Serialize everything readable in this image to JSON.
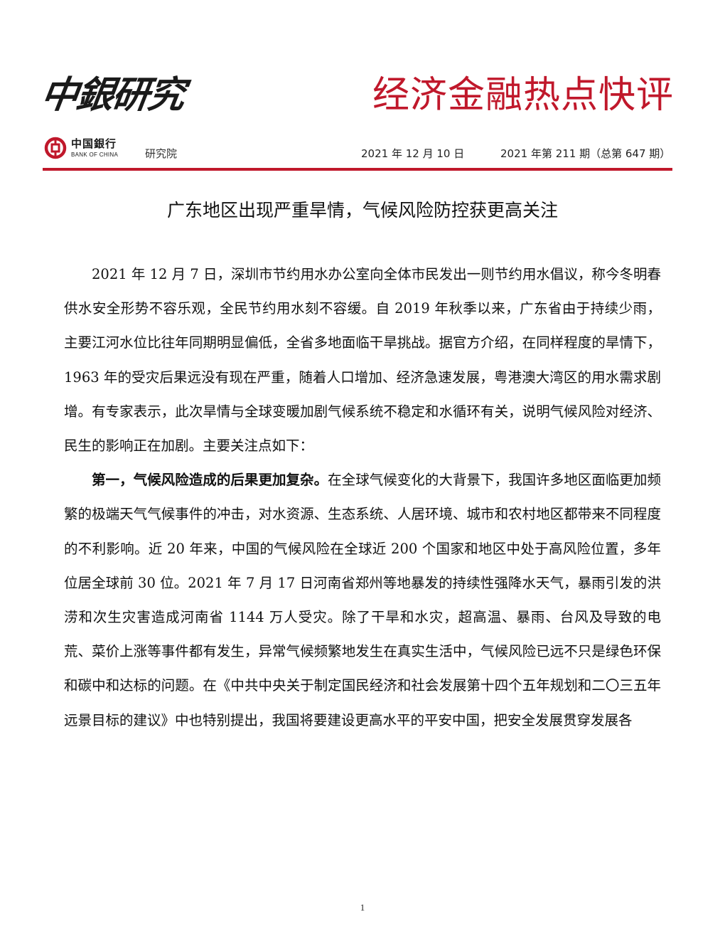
{
  "header": {
    "calligraphy_logo": "中銀研究",
    "series_title": "经济金融热点快评",
    "brand_cn": "中国銀行",
    "brand_en": "BANK OF CHINA",
    "institute": "研究院",
    "date": "2021 年 12 月 10 日",
    "issue": "2021 年第 211 期（总第 647 期）",
    "accent_color": "#c0182b"
  },
  "title": "广东地区出现严重旱情，气候风险防控获更高关注",
  "paragraphs": [
    {
      "lead": "",
      "text": "2021 年 12 月 7 日，深圳市节约用水办公室向全体市民发出一则节约用水倡议，称今冬明春供水安全形势不容乐观，全民节约用水刻不容缓。自 2019 年秋季以来，广东省由于持续少雨，主要江河水位比往年同期明显偏低，全省多地面临干旱挑战。据官方介绍，在同样程度的旱情下，1963 年的受灾后果远没有现在严重，随着人口增加、经济急速发展，粤港澳大湾区的用水需求剧增。有专家表示，此次旱情与全球变暖加剧气候系统不稳定和水循环有关，说明气候风险对经济、民生的影响正在加剧。主要关注点如下："
    },
    {
      "lead": "第一，气候风险造成的后果更加复杂。",
      "text": "在全球气候变化的大背景下，我国许多地区面临更加频繁的极端天气气候事件的冲击，对水资源、生态系统、人居环境、城市和农村地区都带来不同程度的不利影响。近 20 年来，中国的气候风险在全球近 200 个国家和地区中处于高风险位置，多年位居全球前 30 位。2021 年 7 月 17 日河南省郑州等地暴发的持续性强降水天气，暴雨引发的洪涝和次生灾害造成河南省 1144 万人受灾。除了干旱和水灾，超高温、暴雨、台风及导致的电荒、菜价上涨等事件都有发生，异常气候频繁地发生在真实生活中，气候风险已远不只是绿色环保和碳中和达标的问题。在《中共中央关于制定国民经济和社会发展第十四个五年规划和二〇三五年远景目标的建议》中也特别提出，我国将要建设更高水平的平安中国，把安全发展贯穿发展各"
    }
  ],
  "page_number": "1"
}
